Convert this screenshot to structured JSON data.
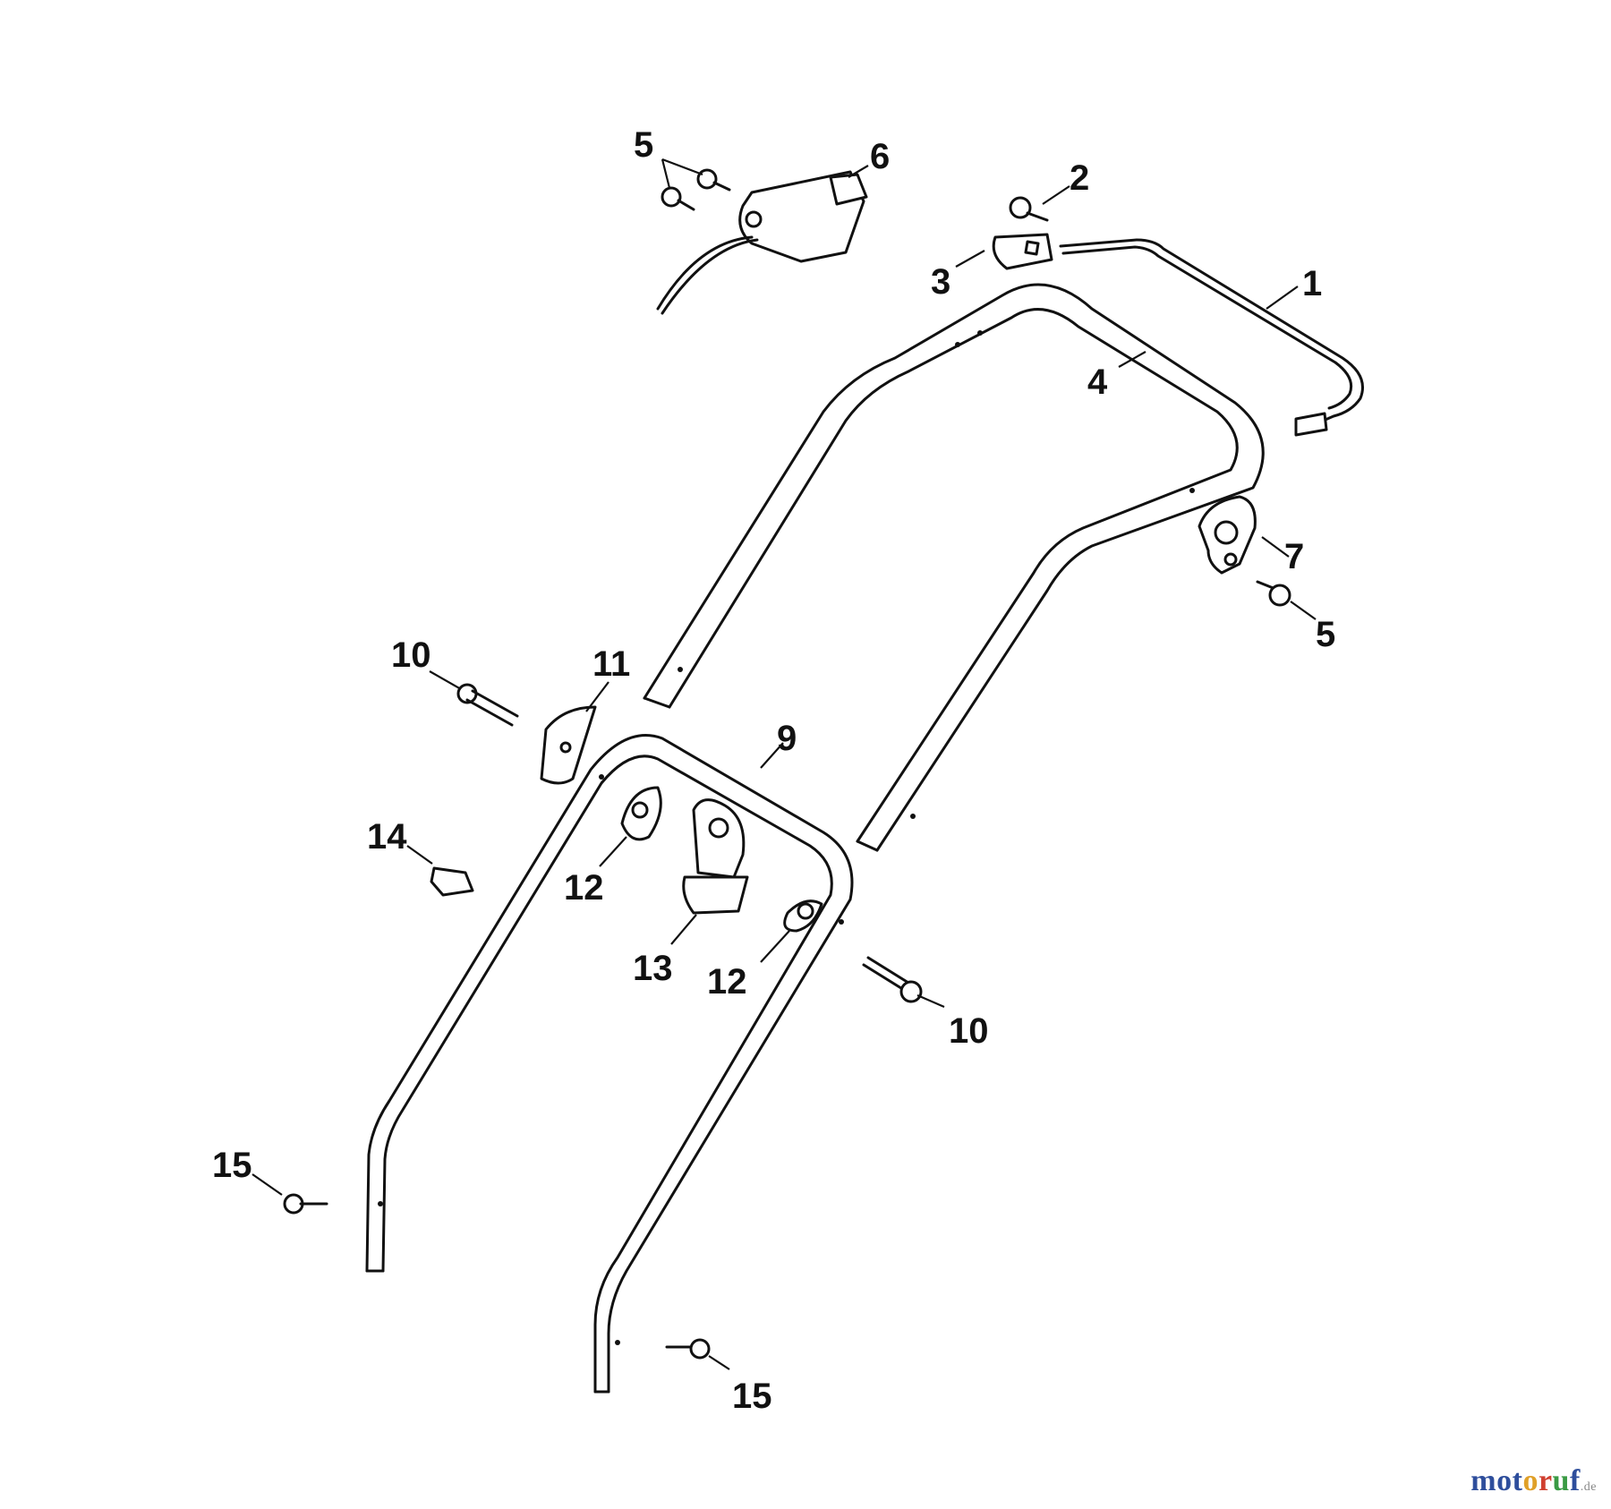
{
  "callouts": [
    {
      "id": "c1",
      "label": "1"
    },
    {
      "id": "c2",
      "label": "2"
    },
    {
      "id": "c3",
      "label": "3"
    },
    {
      "id": "c4",
      "label": "4"
    },
    {
      "id": "c5a",
      "label": "5"
    },
    {
      "id": "c5b",
      "label": "5"
    },
    {
      "id": "c6",
      "label": "6"
    },
    {
      "id": "c7",
      "label": "7"
    },
    {
      "id": "c9",
      "label": "9"
    },
    {
      "id": "c10a",
      "label": "10"
    },
    {
      "id": "c10b",
      "label": "10"
    },
    {
      "id": "c11",
      "label": "11"
    },
    {
      "id": "c12a",
      "label": "12"
    },
    {
      "id": "c12b",
      "label": "12"
    },
    {
      "id": "c13",
      "label": "13"
    },
    {
      "id": "c14",
      "label": "14"
    },
    {
      "id": "c15a",
      "label": "15"
    },
    {
      "id": "c15b",
      "label": "15"
    }
  ],
  "watermark": {
    "letters": [
      {
        "char": "m",
        "color": "#2e4e9c"
      },
      {
        "char": "o",
        "color": "#2e4e9c"
      },
      {
        "char": "t",
        "color": "#2e4e9c"
      },
      {
        "char": "o",
        "color": "#e0a028"
      },
      {
        "char": "r",
        "color": "#d04030"
      },
      {
        "char": "u",
        "color": "#3a9a44"
      },
      {
        "char": "f",
        "color": "#2e4e9c"
      }
    ],
    "suffix": ".de"
  }
}
